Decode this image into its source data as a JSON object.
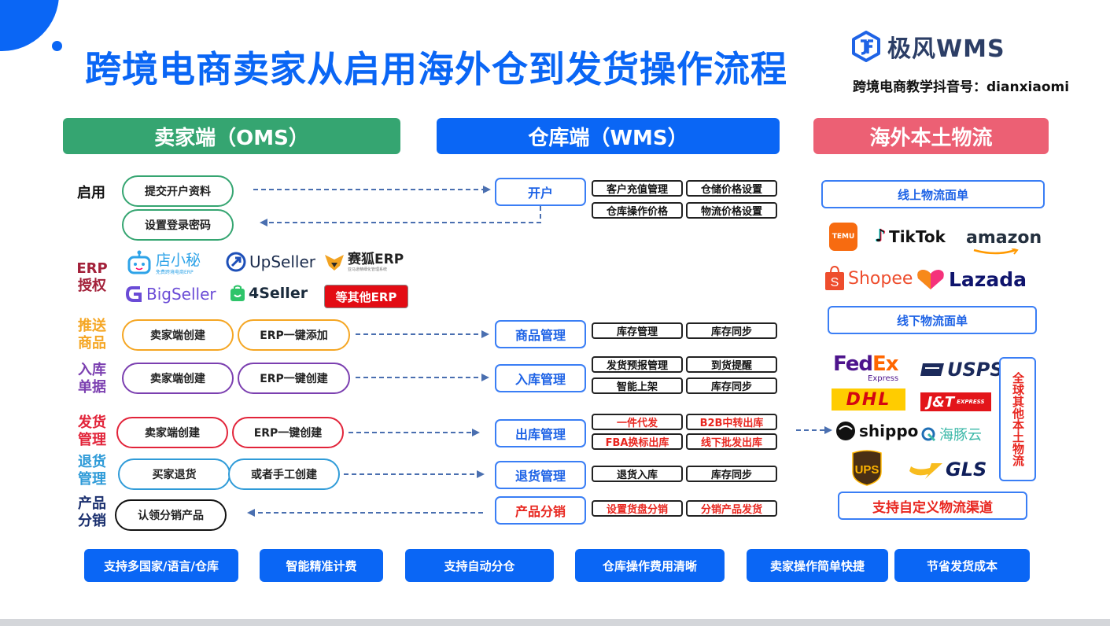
{
  "title": "跨境电商卖家从启用海外仓到发货操作流程",
  "logo": {
    "mark_text": "JF",
    "name": "极风WMS"
  },
  "tiktok_handle": "跨境电商教学抖音号：dianxiaomi",
  "sections": {
    "oms": "卖家端（OMS）",
    "wms": "仓库端（WMS）",
    "logistics": "海外本土物流"
  },
  "rows": {
    "enable": {
      "label": "启用",
      "oms_items": [
        "提交开户资料",
        "设置登录密码"
      ],
      "wms_box": "开户",
      "features": [
        "客户充值管理",
        "仓储价格设置",
        "仓库操作价格",
        "物流价格设置"
      ]
    },
    "erp": {
      "label": "ERP授权",
      "label_line1": "ERP",
      "label_line2": "授权",
      "logos": [
        {
          "name": "店小秘",
          "sub": "免费跨境电商ERP"
        },
        {
          "name": "UpSeller"
        },
        {
          "name": "赛狐ERP",
          "sub": "亚马逊精细化管理系统"
        },
        {
          "name": "BigSeller"
        },
        {
          "name": "4Seller"
        }
      ],
      "more_button": "等其他ERP"
    },
    "push_product": {
      "label_line1": "推送",
      "label_line2": "商品",
      "oms_items": [
        "卖家端创建",
        "ERP一键添加"
      ],
      "wms_box": "商品管理",
      "features": [
        "库存管理",
        "库存同步"
      ]
    },
    "inbound": {
      "label_line1": "入库",
      "label_line2": "单据",
      "oms_items": [
        "卖家端创建",
        "ERP一键创建"
      ],
      "wms_box": "入库管理",
      "features": [
        "发货预报管理",
        "到货提醒",
        "智能上架",
        "库存同步"
      ]
    },
    "shipping": {
      "label_line1": "发货",
      "label_line2": "管理",
      "oms_items": [
        "卖家端创建",
        "ERP一键创建"
      ],
      "wms_box": "出库管理",
      "features": [
        "一件代发",
        "B2B中转出库",
        "FBA换标出库",
        "线下批发出库"
      ]
    },
    "returns": {
      "label_line1": "退货",
      "label_line2": "管理",
      "oms_items": [
        "买家退货",
        "或者手工创建"
      ],
      "wms_box": "退货管理",
      "features": [
        "退货入库",
        "库存同步"
      ]
    },
    "distribution": {
      "label_line1": "产品",
      "label_line2": "分销",
      "oms_items": [
        "认领分销产品"
      ],
      "wms_box": "产品分销",
      "features": [
        "设置货盘分销",
        "分销产品发货"
      ]
    }
  },
  "logistics": {
    "online_label": "线上物流面单",
    "online_brands": [
      "TEMU",
      "TikTok",
      "amazon",
      "Shopee",
      "Lazada"
    ],
    "offline_label": "线下物流面单",
    "offline_brands": [
      "FedEx",
      "Express",
      "USPS",
      "DHL",
      "J&T",
      "EXPRESS",
      "shippo",
      "海豚云",
      "UPS",
      "GLS"
    ],
    "global_other": "全球其他本土物流",
    "custom_channel": "支持自定义物流渠道"
  },
  "colors": {
    "primary_blue": "#0a66f5",
    "oms_green": "#35a571",
    "logistics_pink": "#ec6074",
    "push_orange": "#f5a623",
    "inbound_purple": "#7b3fb0",
    "shipping_red": "#e2243a",
    "returns_blue": "#2f9bd8",
    "dist_navy": "#1a2f6e",
    "erp_maroon": "#a3213a",
    "feature_red": "#e8261f"
  },
  "footer": [
    "支持多国家/语言/仓库",
    "智能精准计费",
    "支持自动分仓",
    "仓库操作费用清晰",
    "卖家操作简单快捷",
    "节省发货成本"
  ]
}
